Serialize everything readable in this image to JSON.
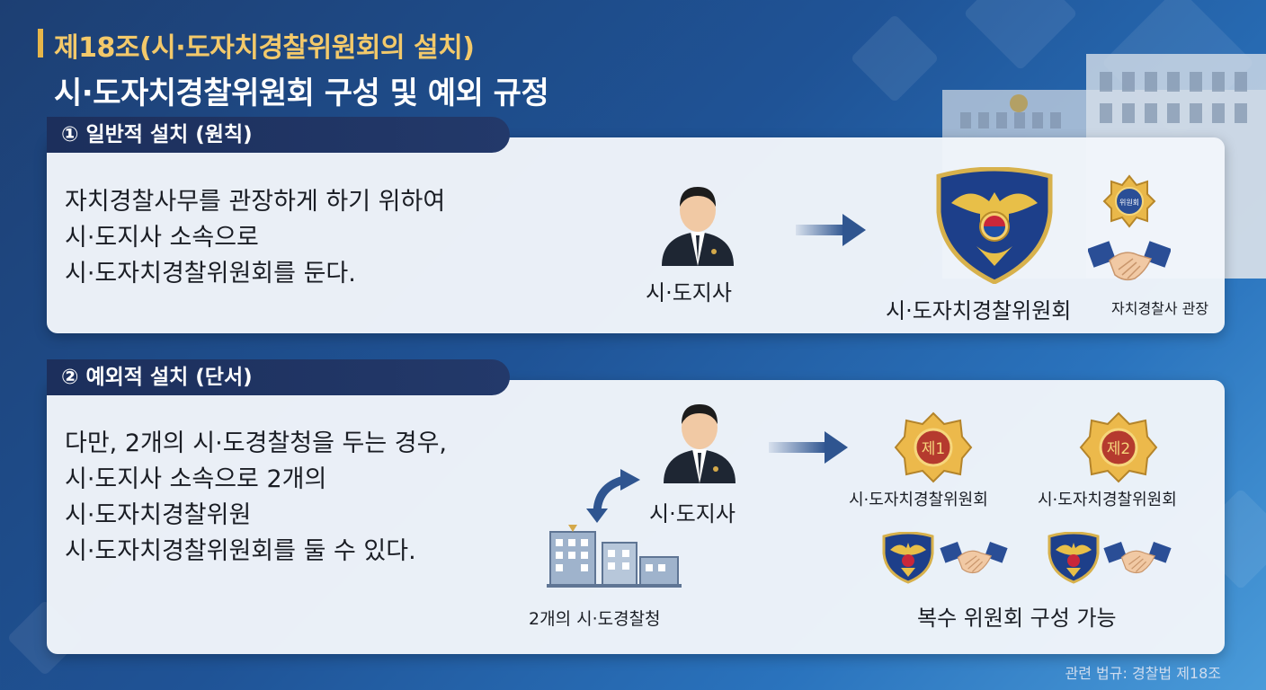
{
  "header": {
    "article": "제18조(시·도자치경찰위원회의 설치)",
    "subtitle": "시·도자치경찰위원회 구성 및 예외 규정"
  },
  "section1": {
    "tab": "① 일반적 설치 (원칙)",
    "body": "자치경찰사무를 관장하게 하기 위하여\n시·도지사 소속으로\n시·도자치경찰위원회를 둔다.",
    "governor_label": "시·도지사",
    "committee_label": "시·도자치경찰위원회",
    "handshake_label": "자치경찰사 관장",
    "small_emblem_text": "위원회"
  },
  "section2": {
    "tab": "② 예외적 설치 (단서)",
    "body": "다만, 2개의 시·도경찰청을 두는 경우,\n시·도지사 소속으로 2개의\n시·도자치경찰위원\n시·도자치경찰위원회를 둘 수 있다.",
    "governor_label": "시·도지사",
    "agencies_label": "2개의 시·도경찰청",
    "committees": [
      {
        "badge": "제1",
        "label": "시·도자치경찰위원회"
      },
      {
        "badge": "제2",
        "label": "시·도자치경찰위원회"
      }
    ],
    "multiple_label": "복수 위원회 구성 가능"
  },
  "footer": "관련 법규: 경찰법 제18조",
  "colors": {
    "accent_gold": "#f3c96a",
    "navy": "#1c2f5c",
    "arrow": "#2f5590"
  }
}
